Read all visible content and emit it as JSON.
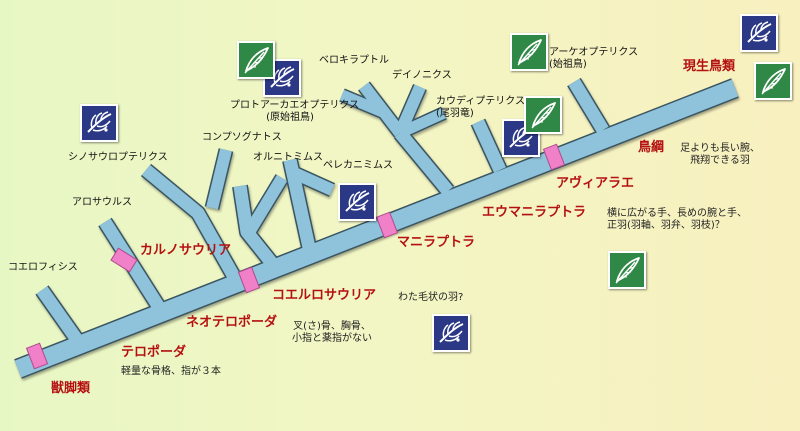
{
  "groups": {
    "theropoda_latin": "獣脚類",
    "theropoda": "テロポーダ",
    "neotheropoda": "ネオテロポーダ",
    "carnosauria": "カルノサウリア",
    "coelurosauria": "コエルロサウリア",
    "maniraptora": "マニラプトラ",
    "eumaniraptora": "エウマニラプトラ",
    "avialae": "アヴィアラエ",
    "aves": "鳥綱",
    "modern_birds": "現生鳥類"
  },
  "species": {
    "coelophysis": "コエロフィシス",
    "allosaurus": "アロサウルス",
    "sinosauropteryx": "シノサウロプテリクス",
    "compsognathus": "コンプソグナトス",
    "ornithomimus": "オルニトミムス",
    "pelecanimimus": "ペレカニミムス",
    "protarchaeopteryx_line1": "プロトアーカエオプテリクス",
    "protarchaeopteryx_line2": "(原始祖鳥)",
    "velociraptor": "ベロキラプトル",
    "deinonychus": "デイノニクス",
    "caudipteryx_line1": "カウディプテリクス",
    "caudipteryx_line2": "(尾羽竜)",
    "archaeopteryx_line1": "アーケオプテリクス",
    "archaeopteryx_line2": "(始祖鳥)"
  },
  "notes": {
    "theropoda": "軽量な骨格、指が３本",
    "neotheropoda_line1": "叉(さ)骨、胸骨、",
    "neotheropoda_line2": "小指と薬指がない",
    "coelurosauria": "わた毛状の羽?",
    "eumaniraptora_line1": "横に広がる手、長めの腕と手、",
    "eumaniraptora_line2": "正羽(羽軸、羽弁、羽枝)？",
    "aves_line1": "足よりも長い腕、",
    "aves_line2": "飛翔できる羽"
  },
  "icons": {
    "fossil": "fossil-feather-icon",
    "feather": "feather-icon"
  },
  "colors": {
    "branch": "#8ec3db",
    "branch_edge": "#3a5460",
    "node_marker": "#f080c8",
    "group_label": "#b51010",
    "fossil_badge": "#2a3885",
    "feather_badge": "#2f8845"
  }
}
